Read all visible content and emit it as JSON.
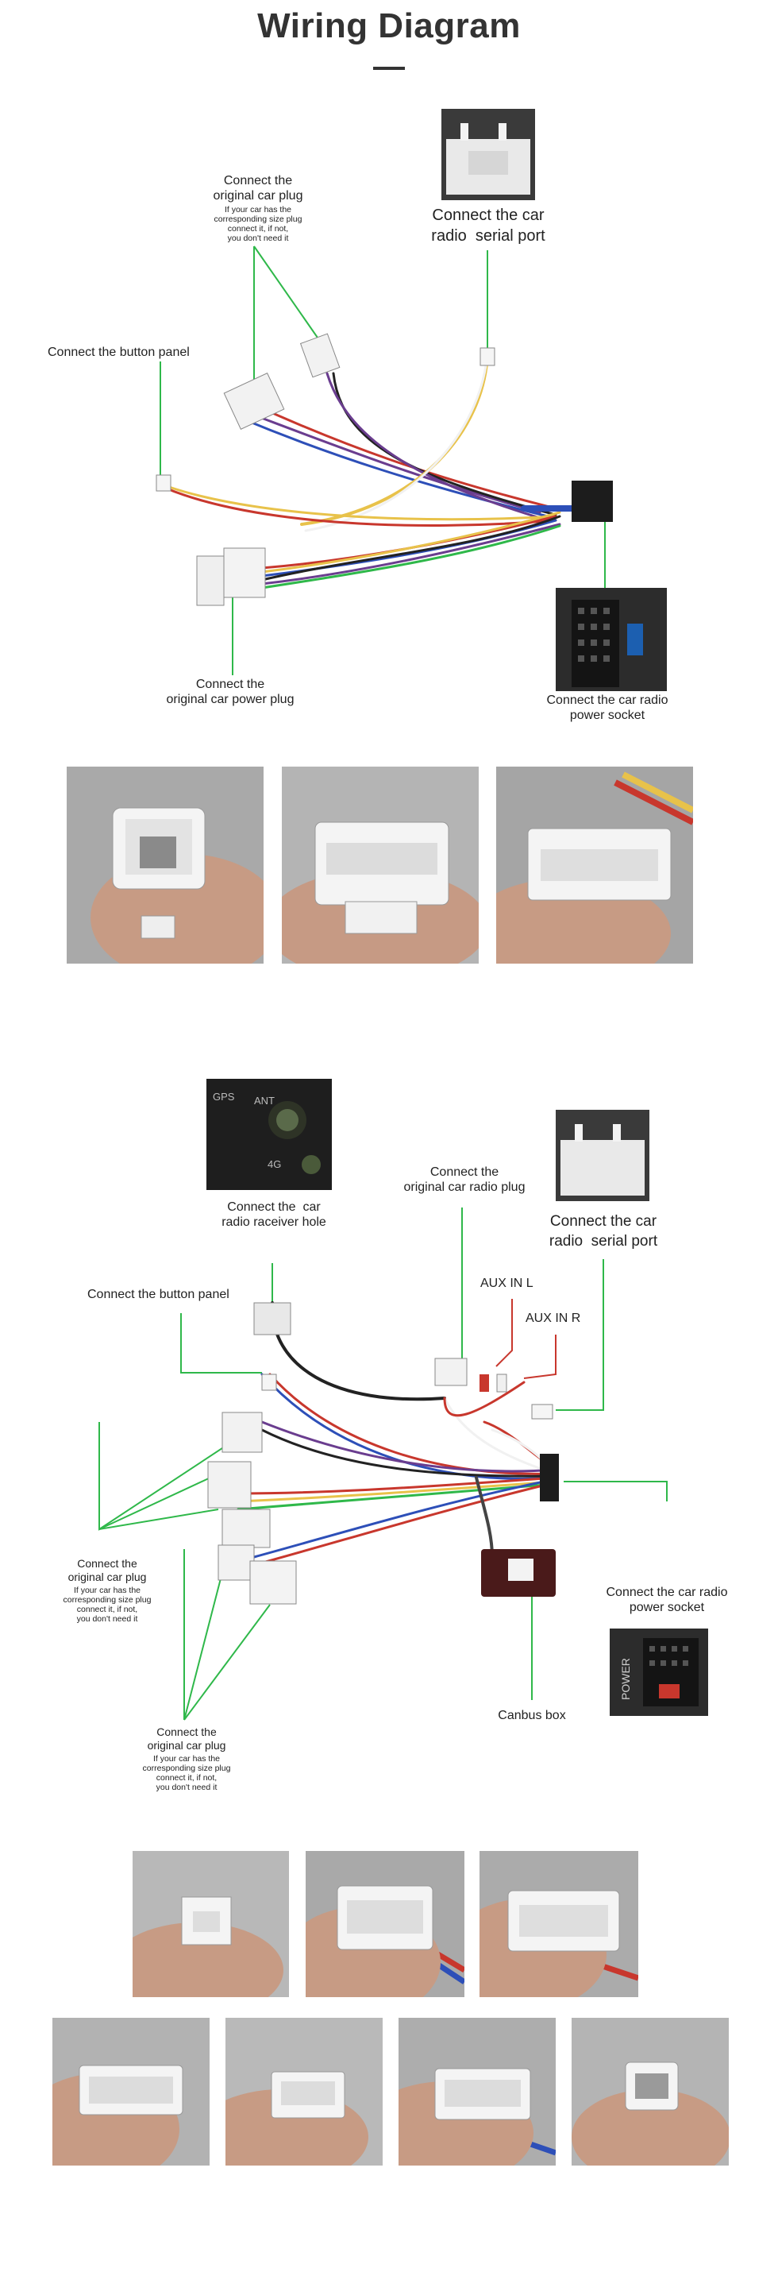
{
  "title": "Wiring Diagram",
  "diagram1": {
    "labels": {
      "orig_plug_top": "Connect the\noriginal car plug",
      "orig_plug_top_note": "If your car has the\ncorresponding size plug\nconnect it, if not,\nyou don't need it",
      "serial_port": "Connect the car\nradio  serial port",
      "button_panel": "Connect the button panel",
      "power_plug": "Connect the\noriginal car power plug",
      "power_socket": "Connect the car radio\npower socket"
    }
  },
  "diagram2": {
    "labels": {
      "receiver_hole": "Connect the  car\nradio raceiver hole",
      "radio_plug": "Connect the\noriginal car radio plug",
      "serial_port": "Connect the car\nradio  serial port",
      "button_panel": "Connect the button panel",
      "aux_l": "AUX IN L",
      "aux_r": "AUX IN R",
      "orig_plug_left": "Connect the\noriginal car plug",
      "orig_plug_left_note": "If your car has the\ncorresponding size plug\nconnect it, if not,\nyou don't need it",
      "power_socket": "Connect the car radio\npower socket",
      "canbus": "Canbus box",
      "orig_plug_bottom": "Connect the\noriginal car plug",
      "orig_plug_bottom_note": "If your car has the\ncorresponding size plug\nconnect it, if not,\nyou don't need it"
    },
    "photo_text": {
      "gps": "GPS",
      "ant": "ANT",
      "four_g": "4G",
      "power": "POWER"
    }
  },
  "colors": {
    "accent_green": "#2fb84a",
    "wire_yellow": "#e8c24a",
    "wire_red": "#c8372d",
    "wire_blue": "#2d4fb8",
    "wire_purple": "#6a3d8f",
    "wire_black": "#222222",
    "connector_white": "#f2f2f2",
    "photo_bg": "#8a8a8a"
  }
}
